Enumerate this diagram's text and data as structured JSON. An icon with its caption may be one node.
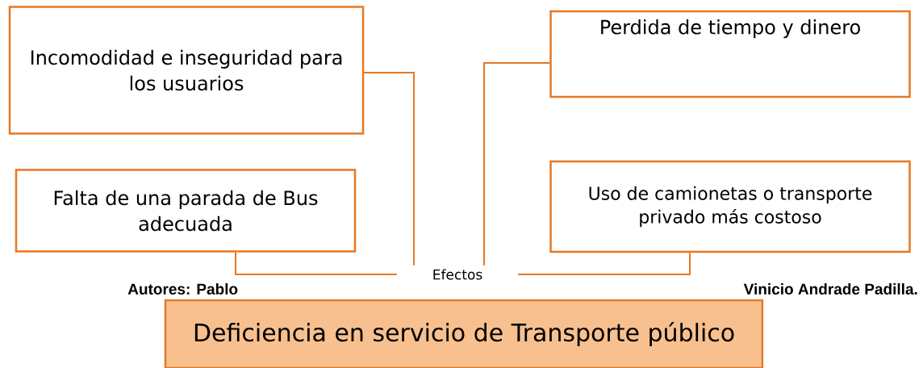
{
  "diagram": {
    "nodes": [
      {
        "text": [
          "Incomodidad e inseguridad para los usuarios"
        ]
      },
      {
        "text": [
          "Perdida de tiempo y dinero"
        ]
      },
      {
        "text": [
          "Falta de una parada de Bus adecuada"
        ]
      },
      {
        "text": [
          "Uso de camionetas o transporte privado más costoso"
        ]
      },
      {
        "text": [
          "Efectos"
        ]
      },
      {
        "text": [
          "Deficiencia en servicio de Transporte público"
        ]
      }
    ],
    "edges": [
      {
        "from": 0,
        "to": 4,
        "arrow": "none"
      },
      {
        "from": 1,
        "to": 4,
        "arrow": "none"
      },
      {
        "from": 2,
        "to": 4,
        "arrow": "none"
      },
      {
        "from": 3,
        "to": 4,
        "arrow": "none"
      }
    ],
    "labels": [
      "Autores: Pablo",
      "Vinicio Andrade Padilla."
    ]
  }
}
